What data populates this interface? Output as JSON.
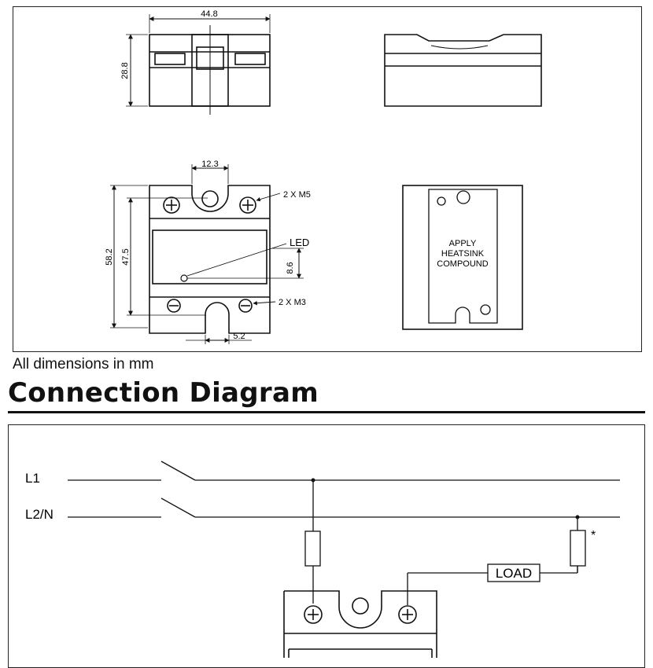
{
  "dimensions": {
    "width": "44.8",
    "height": "28.8",
    "mount_spacing": "12.3",
    "total_length": "58.2",
    "hole_spacing": "47.5",
    "led_offset": "8.6",
    "slot_width": "5.2",
    "screw_top": "2 X M5",
    "screw_bottom": "2 X M3",
    "led": "LED",
    "heatsink_line1": "APPLY",
    "heatsink_line2": "HEATSINK",
    "heatsink_line3": "COMPOUND",
    "note": "All dimensions in mm"
  },
  "connection": {
    "title": "Connection Diagram",
    "line1": "L1",
    "line2": "L2/N",
    "load": "LOAD",
    "asterisk": "*"
  }
}
